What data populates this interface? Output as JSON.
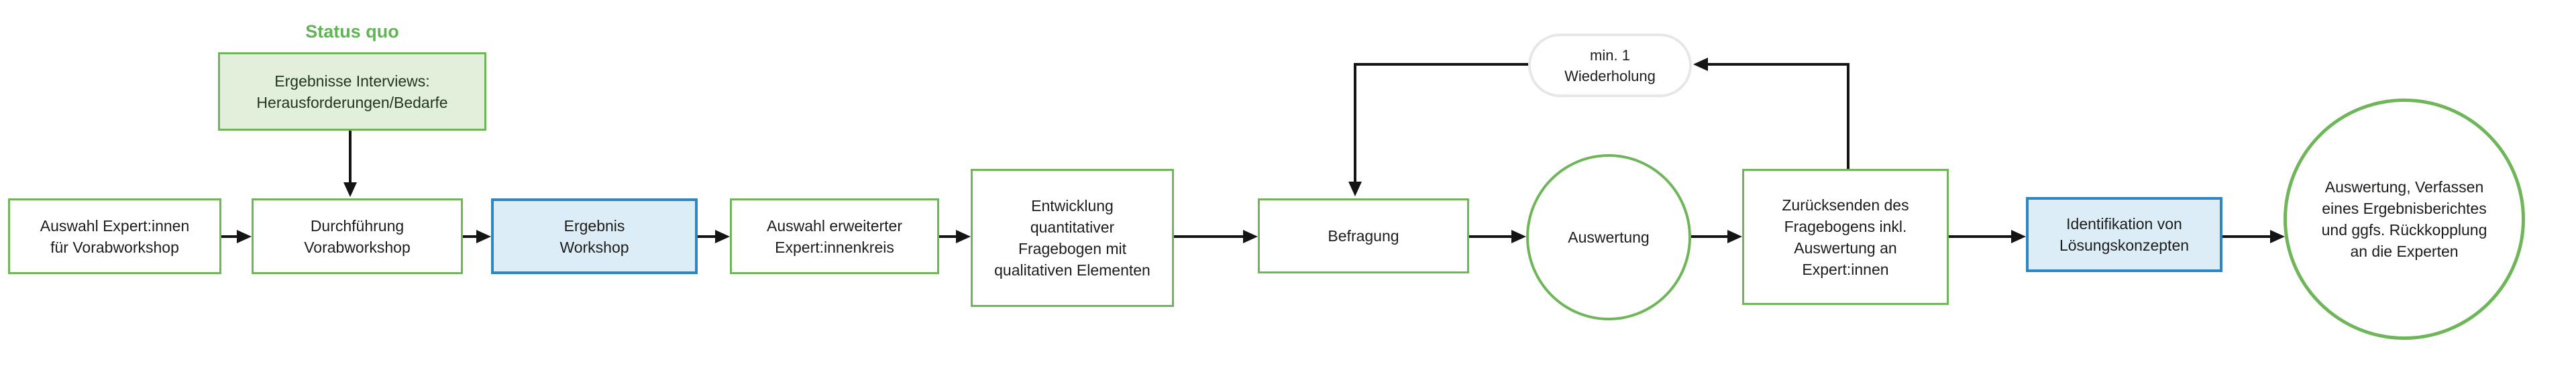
{
  "title": "Status quo",
  "colors": {
    "green_border": "#6fb65a",
    "green_fill": "#e2efda",
    "blue_border": "#2e86c0",
    "blue_fill": "#ddedf7",
    "pill_border": "#e7e7e7",
    "line": "#141414",
    "text": "#1c1c1a",
    "green_text": "#213621",
    "title_green": "#5fb653"
  },
  "nodes": {
    "ergebnisse_interviews": {
      "shape": "rect",
      "style": "green-filled",
      "label": "Ergebnisse Interviews:\nHerausforderungen/Bedarfe"
    },
    "auswahl_experten": {
      "shape": "rect",
      "style": "green",
      "label": "Auswahl Expert:innen\nfür Vorabworkshop"
    },
    "durchfuehrung_vorabworkshop": {
      "shape": "rect",
      "style": "green",
      "label": "Durchführung\nVorabworkshop"
    },
    "ergebnis_workshop": {
      "shape": "rect",
      "style": "blue",
      "label": "Ergebnis\nWorkshop"
    },
    "auswahl_erweiterter_kreis": {
      "shape": "rect",
      "style": "green",
      "label": "Auswahl erweiterter\nExpert:innenkreis"
    },
    "entwicklung_fragebogen": {
      "shape": "rect",
      "style": "green",
      "label": "Entwicklung\nquantitativer\nFragebogen mit\nqualitativen Elementen"
    },
    "befragung": {
      "shape": "rect",
      "style": "green",
      "label": "Befragung"
    },
    "auswertung": {
      "shape": "ellipse",
      "style": "green",
      "label": "Auswertung"
    },
    "zuruecksenden_fragebogen": {
      "shape": "rect",
      "style": "green",
      "label": "Zurücksenden des\nFragebogens inkl.\nAuswertung an\nExpert:innen"
    },
    "identifikation_loesungen": {
      "shape": "rect",
      "style": "blue",
      "label": "Identifikation von\nLösungskonzepten"
    },
    "auswertung_bericht": {
      "shape": "circle",
      "style": "green",
      "label": "Auswertung, Verfassen\neines Ergebnisberichtes\nund ggfs. Rückkopplung\nan die Experten"
    },
    "wiederholung": {
      "shape": "pill",
      "style": "gray",
      "label": "min. 1\nWiederholung"
    }
  }
}
